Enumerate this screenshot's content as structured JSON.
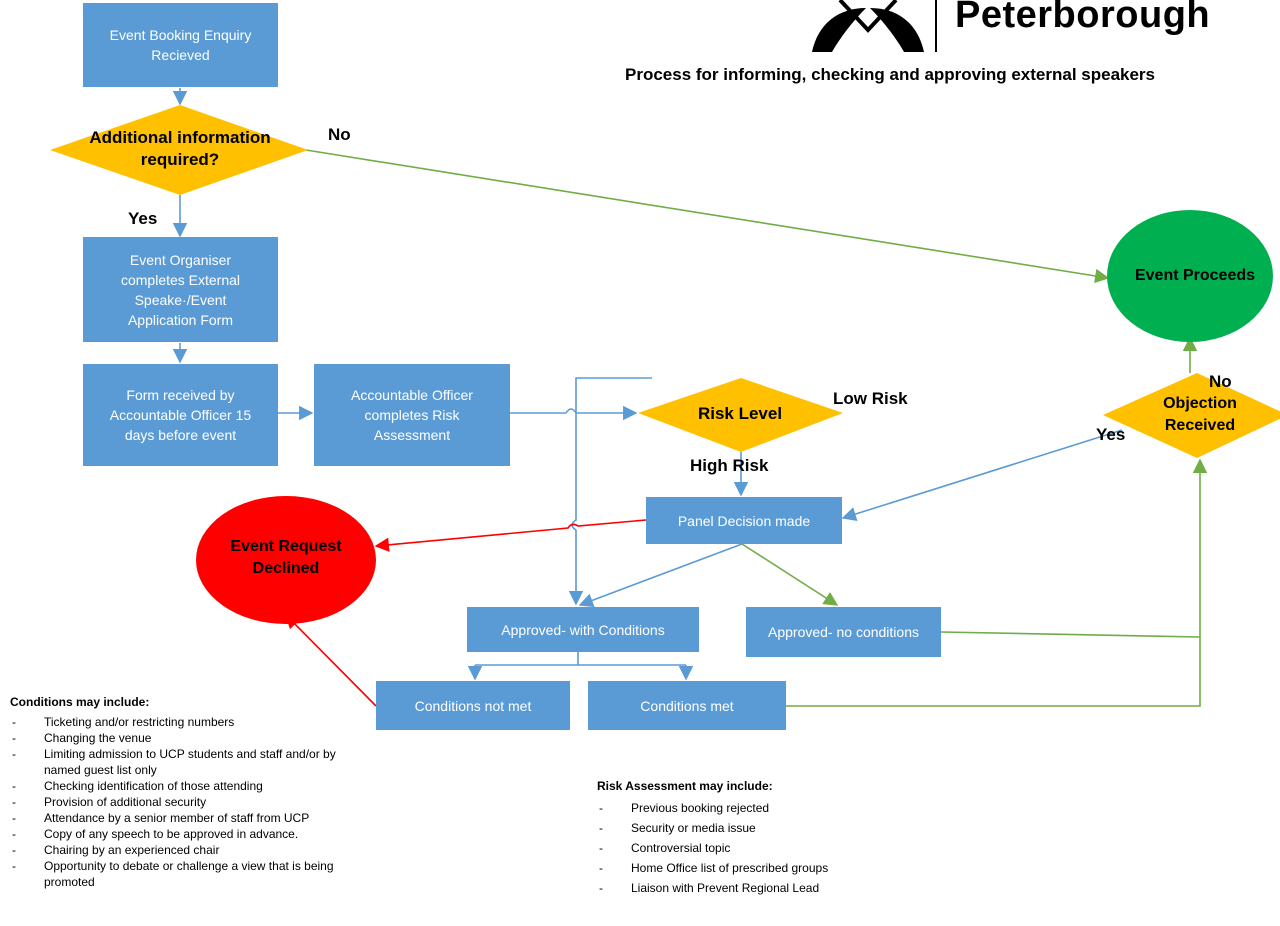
{
  "header": {
    "title": "Peterborough",
    "subtitle": "Process for informing, checking and approving external speakers"
  },
  "nodes": {
    "enquiry": "Event Booking Enquiry\nRecieved",
    "additional_info": "Additional information\nrequired?",
    "organiser_form": "Event Organiser\ncompletes External\nSpeake·/Event\nApplication Form",
    "form_received": "Form received by\nAccountable Officer 15\ndays before event",
    "officer_risk": "Accountable Officer\ncompletes Risk\nAssessment",
    "risk_level": "Risk Level",
    "panel_decision": "Panel Decision made",
    "event_declined": "Event Request\nDeclined",
    "approved_conditions": "Approved- with Conditions",
    "approved_no_conditions": "Approved- no conditions",
    "conditions_not_met": "Conditions not met",
    "conditions_met": "Conditions met",
    "objection_received": "Objection\nReceived",
    "event_proceeds": "Event Proceeds"
  },
  "edge_labels": {
    "no_top": "No",
    "yes_left": "Yes",
    "low_risk": "Low Risk",
    "high_risk": "High Risk",
    "no_right": "No",
    "yes_right": "Yes"
  },
  "conditions_note": {
    "title": "Conditions may include:",
    "items": [
      "Ticketing and/or restricting numbers",
      "Changing the venue",
      "Limiting admission to UCP students and staff and/or by named guest list only",
      "Checking identification of those attending",
      "Provision of additional security",
      "Attendance by a senior member of staff from UCP",
      "Copy of any speech to be approved in advance.",
      "Chairing by an experienced chair",
      "Opportunity to debate or challenge a view that is being promoted"
    ]
  },
  "risk_note": {
    "title": "Risk Assessment may include:",
    "items": [
      "Previous booking rejected",
      "Security or media issue",
      "Controversial topic",
      "Home Office list of prescribed groups",
      "Liaison with Prevent Regional Lead"
    ]
  },
  "colors": {
    "box_blue": "#5b9bd5",
    "diamond_gold": "#ffc000",
    "proceed_green": "#00b050",
    "declined_red": "#ff0000",
    "line_green": "#70ad47",
    "line_red": "#ff0000",
    "line_blue": "#5b9bd5"
  }
}
